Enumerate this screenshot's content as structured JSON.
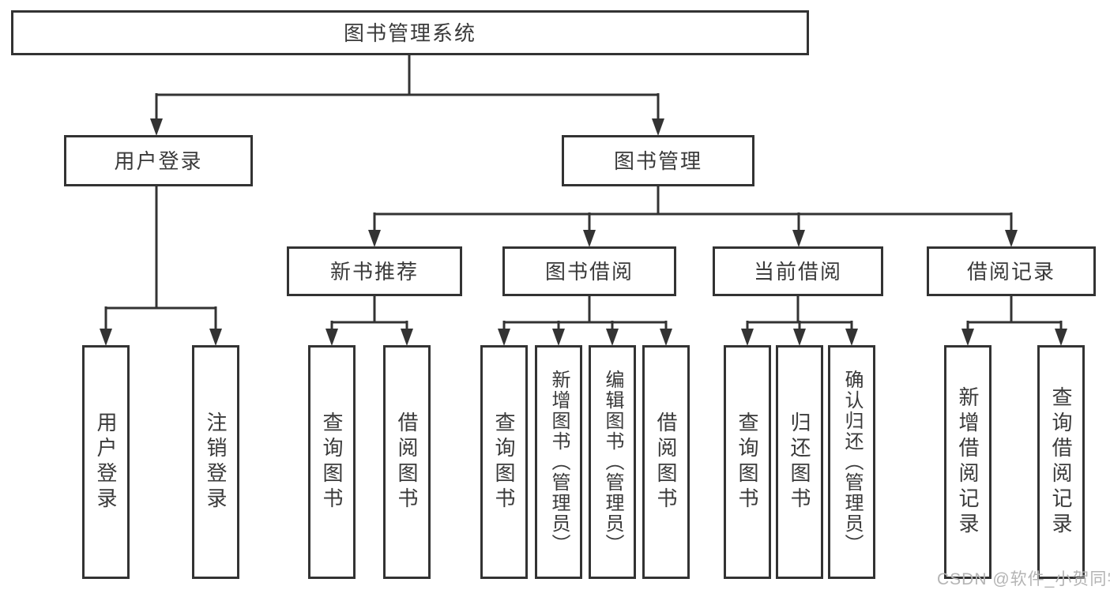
{
  "title": {
    "label": "图书管理系统"
  },
  "user_login": {
    "label": "用户登录",
    "children": [
      {
        "label": "用户登录"
      },
      {
        "label": "注销登录"
      }
    ]
  },
  "book_management": {
    "label": "图书管理",
    "sections": [
      {
        "label": "新书推荐",
        "children": [
          {
            "label": "查询图书"
          },
          {
            "label": "借阅图书"
          }
        ]
      },
      {
        "label": "图书借阅",
        "children": [
          {
            "label": "查询图书"
          },
          {
            "label": "新增图书（管理员）"
          },
          {
            "label": "编辑图书（管理员）"
          },
          {
            "label": "借阅图书"
          }
        ]
      },
      {
        "label": "当前借阅",
        "children": [
          {
            "label": "查询图书"
          },
          {
            "label": "归还图书"
          },
          {
            "label": "确认归还（管理员）"
          }
        ]
      },
      {
        "label": "借阅记录",
        "children": [
          {
            "label": "新增借阅记录"
          },
          {
            "label": "查询借阅记录"
          }
        ]
      }
    ]
  },
  "watermark": {
    "text": "CSDN @软件_小贺同学"
  },
  "colors": {
    "line": "#333333",
    "box_border": "#333333",
    "text": "#3a3a3a",
    "watermark": "#b4b4b4",
    "background": "#ffffff"
  }
}
